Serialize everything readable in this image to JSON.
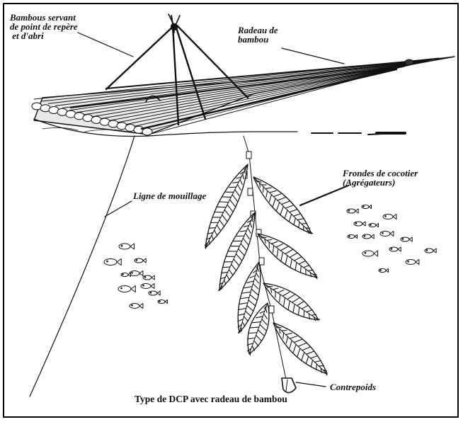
{
  "labels": {
    "bamboo_marker": "Bambous servant\nde point de repère\n et d'abri",
    "raft": "Radeau de\nbambou",
    "fronds": "Frondes de cocotier\n(Agrégateurs)",
    "mooring_line": "Ligne de mouillage",
    "counterweight": "Contrepoids"
  },
  "caption": "Type de DCP avec radeau de bambou",
  "colors": {
    "ink": "#111111",
    "background": "#ffffff"
  }
}
